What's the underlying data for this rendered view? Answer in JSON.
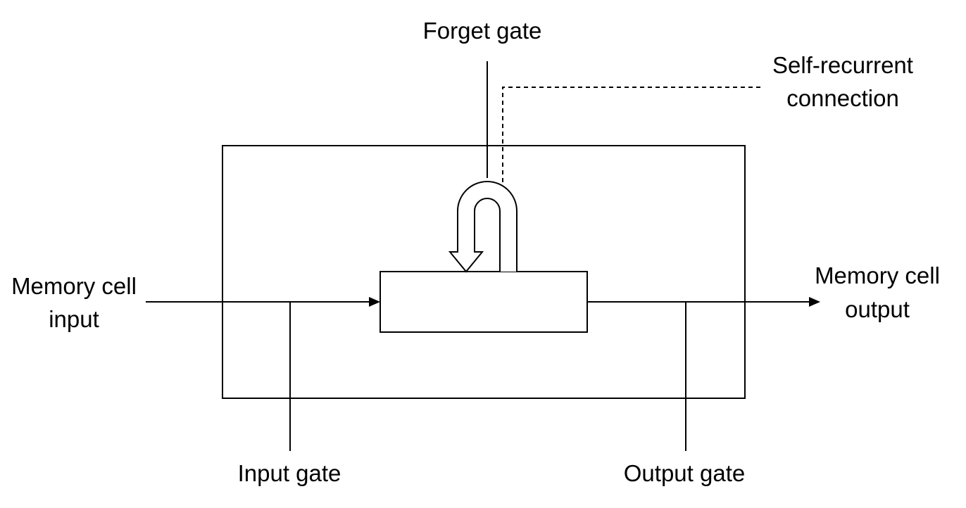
{
  "diagram": {
    "labels": {
      "forget_gate": "Forget gate",
      "self_recurrent_line1": "Self-recurrent",
      "self_recurrent_line2": "connection",
      "input_line1": "Memory cell",
      "input_line2": "input",
      "output_line1": "Memory cell",
      "output_line2": "output",
      "input_gate": "Input gate",
      "output_gate": "Output gate"
    },
    "colors": {
      "stroke": "#000000",
      "background": "#ffffff"
    }
  }
}
